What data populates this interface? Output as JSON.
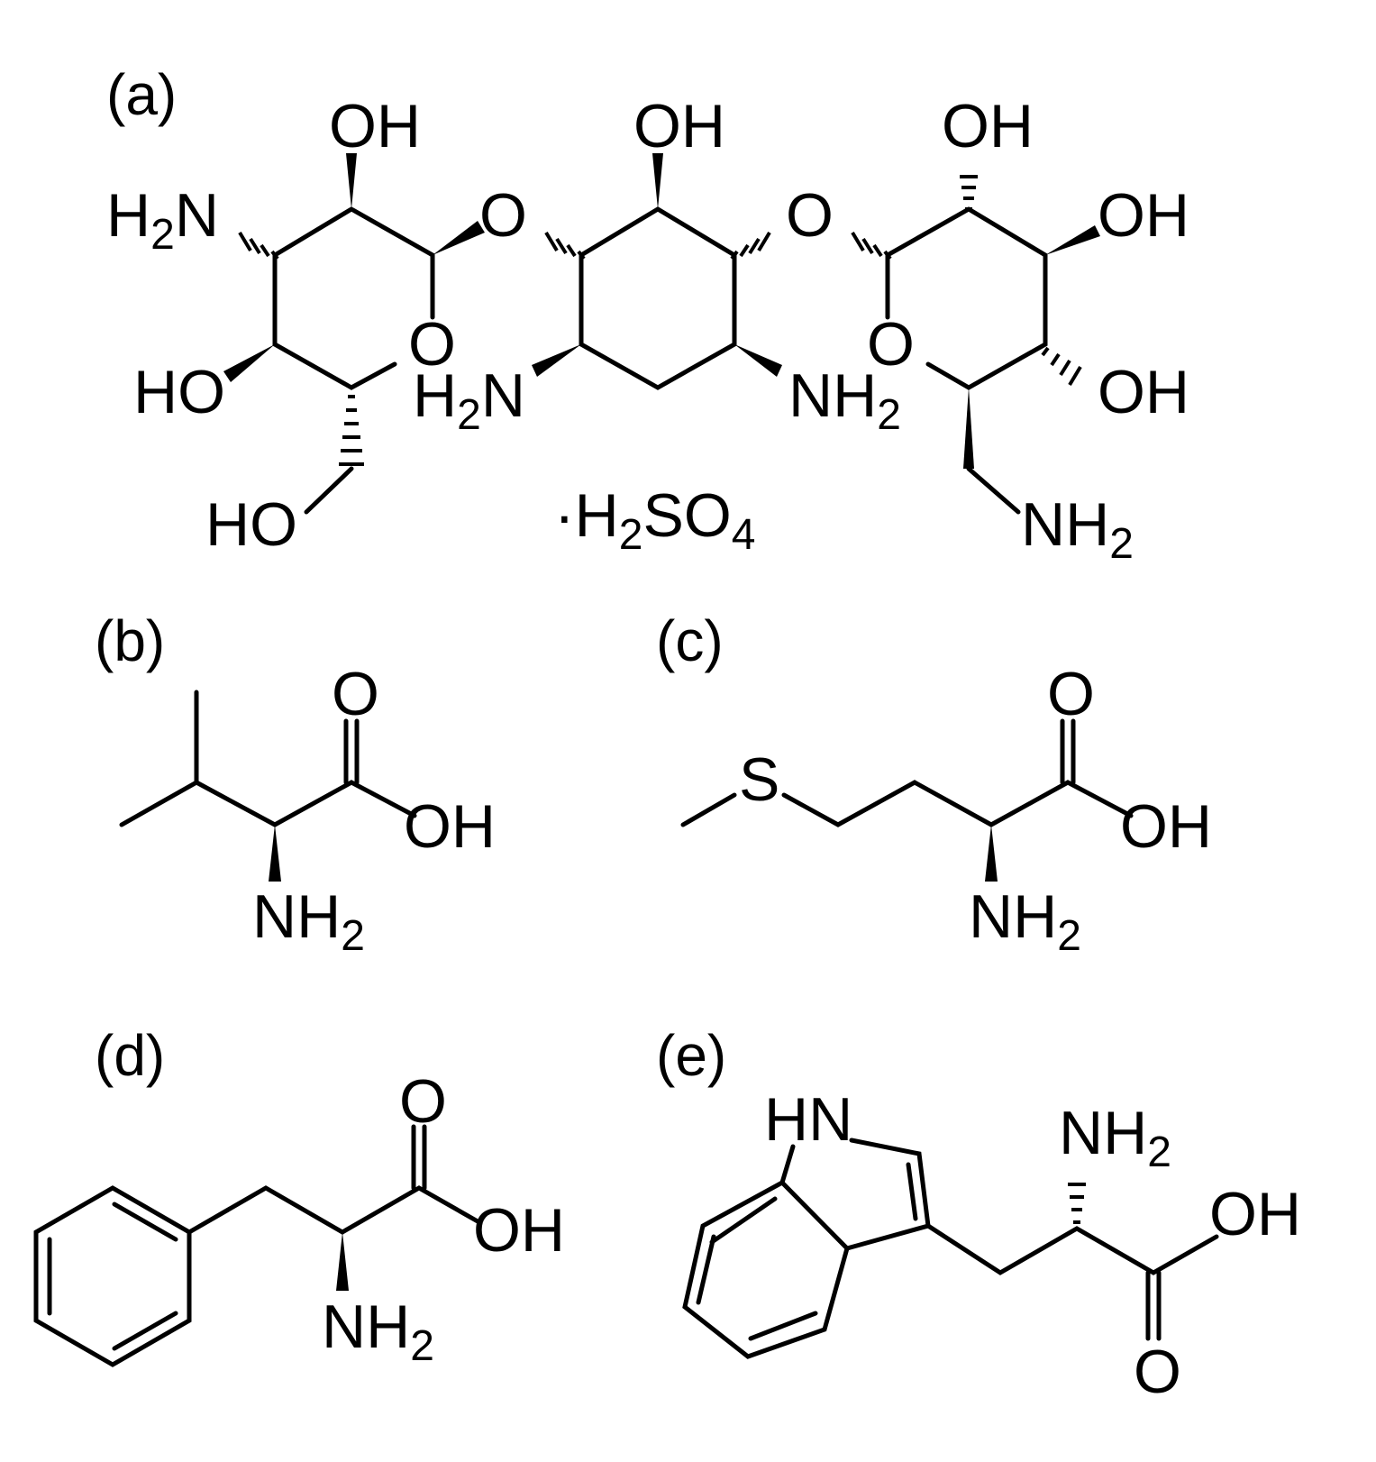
{
  "panels": [
    {
      "id": "a",
      "label": "(a)"
    },
    {
      "id": "b",
      "label": "(b)"
    },
    {
      "id": "c",
      "label": "(c)"
    },
    {
      "id": "d",
      "label": "(d)"
    },
    {
      "id": "e",
      "label": "(e)"
    }
  ],
  "atoms": {
    "oh": "OH",
    "ho": "HO",
    "o": "O",
    "s": "S",
    "h": "H",
    "n": "N",
    "hn": "HN",
    "nh": "NH",
    "sub2": "2",
    "sub4": "4",
    "salt_prefix": "·H",
    "so": "SO"
  }
}
